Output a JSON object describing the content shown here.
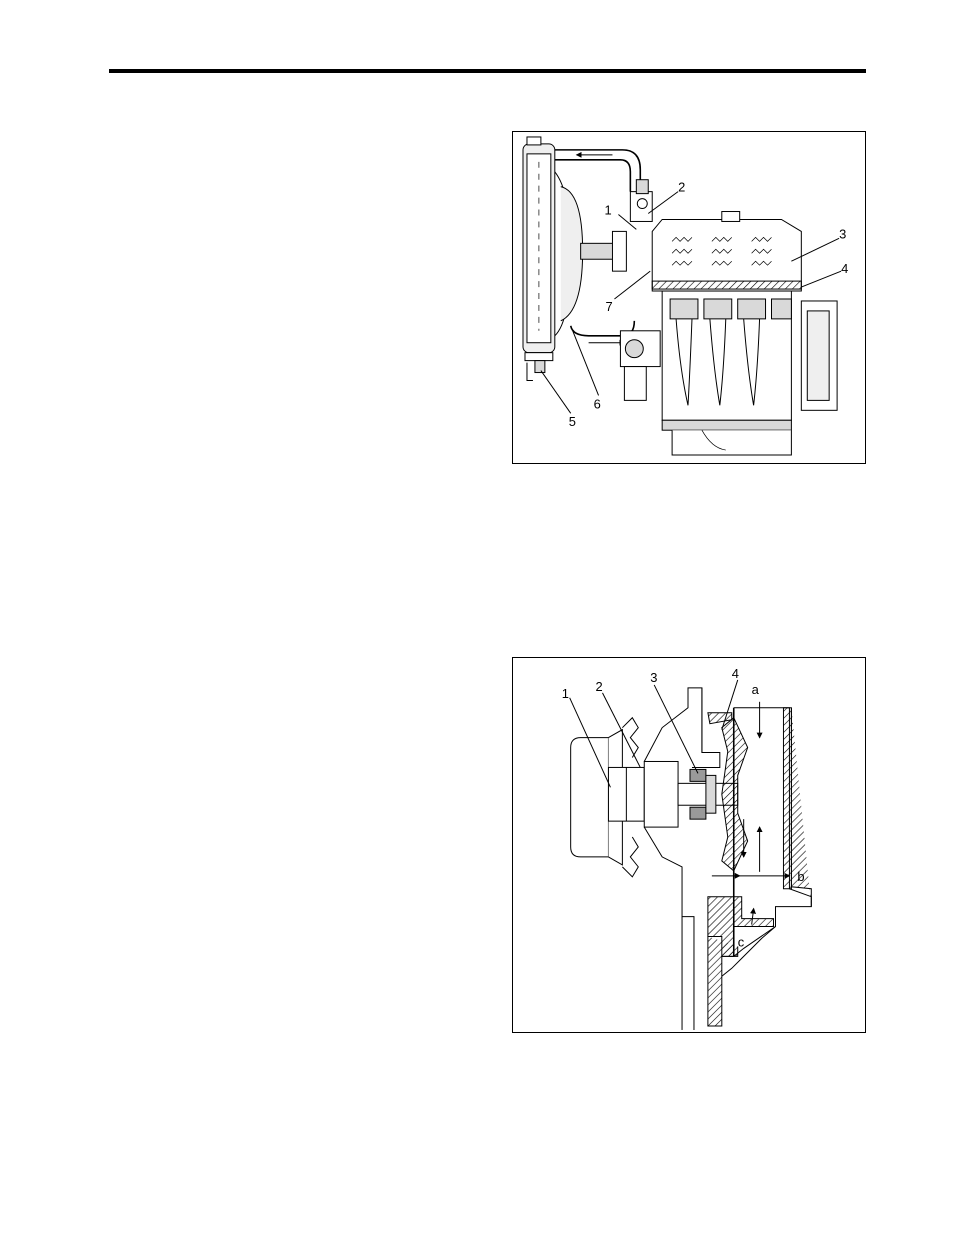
{
  "figures": [
    {
      "callouts": [
        "1",
        "2",
        "3",
        "4",
        "5",
        "6",
        "7"
      ]
    },
    {
      "callouts": [
        "1",
        "2",
        "3",
        "4"
      ],
      "flow_labels": [
        "a",
        "b",
        "c"
      ]
    }
  ]
}
